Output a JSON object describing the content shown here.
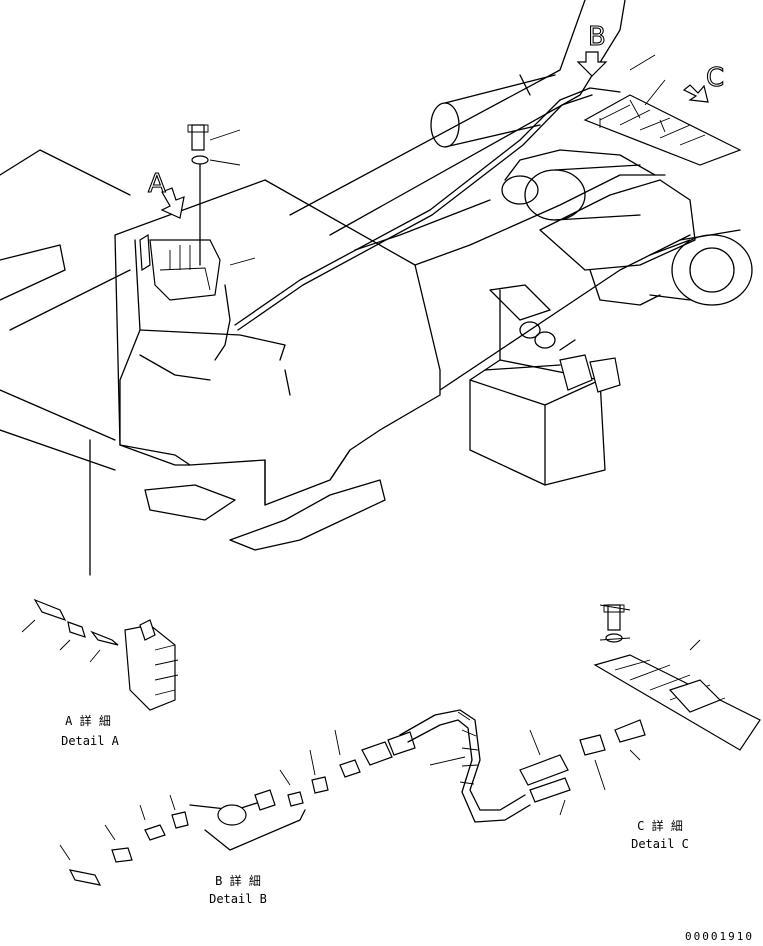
{
  "callouts": {
    "a": "A",
    "b": "B",
    "c": "C"
  },
  "details": {
    "a": {
      "jp": "A 詳 細",
      "en": "Detail A"
    },
    "b": {
      "jp": "B 詳 細",
      "en": "Detail B"
    },
    "c": {
      "jp": "C 詳 細",
      "en": "Detail C"
    }
  },
  "drawing_number": "00001910"
}
